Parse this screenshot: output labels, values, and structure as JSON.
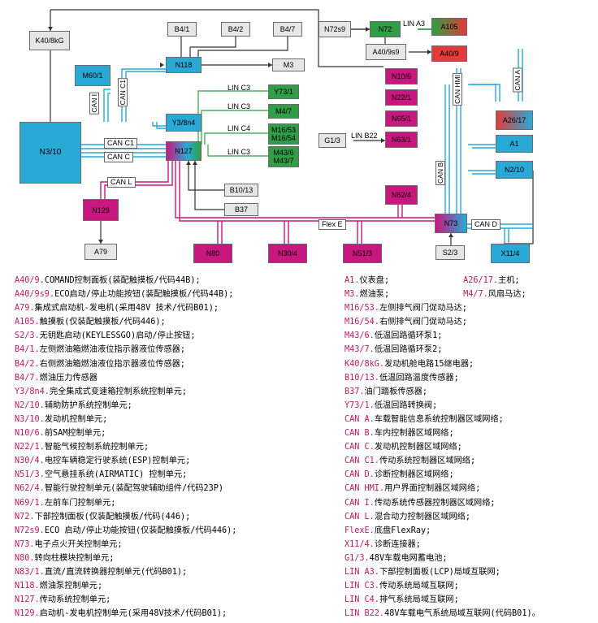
{
  "colors": {
    "can_bus": "#29a9d6",
    "lin_bus": "#2f9e46",
    "flexray": "#c8177e",
    "gray": "#e6e6e6",
    "code_text": "#c2185b"
  },
  "nodes": {
    "K40_8kG": "K40/8kG",
    "B4_1": "B4/1",
    "B4_2": "B4/2",
    "B4_7": "B4/7",
    "N118": "N118",
    "M3": "M3",
    "M60_1": "M60/1",
    "Y3_8n4": "Y3/8n4",
    "N3_10": "N3/10",
    "N127": "N127",
    "Y73_1": "Y73/1",
    "M4_7": "M4/7",
    "M16": "M16/53\nM16/54",
    "M43": "M43/6\nM43/7",
    "B10_13": "B10/13",
    "B37": "B37",
    "N129": "N129",
    "A79": "A79",
    "N80": "N80",
    "N30_4": "N30/4",
    "N51_3": "N51/3",
    "N72s9": "N72s9",
    "N72": "N72",
    "A105": "A105",
    "A40_9s9": "A40/9s9",
    "A40_9": "A40/9",
    "N10_6": "N10/6",
    "N22_1": "N22/1",
    "N65_1": "N65/1",
    "N63_1": "N63/1",
    "G1_3": "G1/3",
    "N62_4": "N62/4",
    "N73": "N73",
    "S2_3": "S2/3",
    "X11_4": "X11/4",
    "A26_17": "A26/17",
    "A1": "A1",
    "N2_10": "N2/10"
  },
  "bus_labels": {
    "can_i": "CAN I",
    "can_c1_v": "CAN C1",
    "can_c1": "CAN C1",
    "can_c": "CAN C",
    "can_l": "CAN L",
    "lin_c3_a": "LIN C3",
    "lin_c3_b": "LIN C3",
    "lin_c4": "LIN C4",
    "lin_c3_c": "LIN C3",
    "lin_a3": "LIN A3",
    "lin_b22": "LIN B22",
    "flex_e": "Flex E",
    "can_d": "CAN D",
    "can_b": "CAN B",
    "can_hmi": "CAN HMI",
    "can_a": "CAN A"
  },
  "legend_left": [
    {
      "code": "A40/9.",
      "text": "COMAND控制面板(装配触摸板/代码44B);"
    },
    {
      "code": "A40/9s9.",
      "text": "ECO启动/停止功能按钮(装配触摸板/代码44B);"
    },
    {
      "code": "A79.",
      "text": "集成式启动机-发电机(采用48V 技术/代码B01);"
    },
    {
      "code": "A105.",
      "text": "触摸板(仅装配触摸板/代码446);"
    },
    {
      "code": "S2/3.",
      "text": "无钥匙启动(KEYLESSGO)启动/停止按钮;"
    },
    {
      "code": "B4/1.",
      "text": "左侧燃油箱燃油液位指示器液位传感器;"
    },
    {
      "code": "B4/2.",
      "text": "右侧燃油箱燃油液位指示器液位传感器;"
    },
    {
      "code": "B4/7.",
      "text": "燃油压力传感器"
    },
    {
      "code": "Y3/8n4.",
      "text": "完全集成式变速箱控制系统控制单元;"
    },
    {
      "code": "N2/10.",
      "text": "辅助防护系统控制单元;"
    },
    {
      "code": "N3/10.",
      "text": "发动机控制单元;"
    },
    {
      "code": "N10/6.",
      "text": "前SAM控制单元;"
    },
    {
      "code": "N22/1.",
      "text": "智能气候控制系统控制单元;"
    },
    {
      "code": "N30/4.",
      "text": "电控车辆稳定行驶系统(ESP)控制单元;"
    },
    {
      "code": "N51/3.",
      "text": "空气悬挂系统(AIRMATIC) 控制单元;"
    },
    {
      "code": "N62/4.",
      "text": "智能行驶控制单元(装配驾驶辅助组件/代码23P)"
    },
    {
      "code": "N69/1.",
      "text": "左前车门控制单元;"
    },
    {
      "code": "N72.",
      "text": "下部控制面板(仅装配触摸板/代码(446);"
    },
    {
      "code": "N72s9.",
      "text": "ECO 启动/停止功能按钮(仅装配触摸板/代码446);"
    },
    {
      "code": "N73.",
      "text": "电子点火开关控制单元;"
    },
    {
      "code": "N80.",
      "text": "转向柱模块控制单元;"
    },
    {
      "code": "N83/1.",
      "text": "直流/直流转换器控制单元(代码B01);"
    },
    {
      "code": "N118.",
      "text": "燃油泵控制单元;"
    },
    {
      "code": "N127.",
      "text": "传动系统控制单元;"
    },
    {
      "code": "N129.",
      "text": "启动机-发电机控制单元(采用48V技术/代码B01);"
    }
  ],
  "legend_right": [
    {
      "code": "A1.",
      "text": "仪表盘;",
      "code2": "A26/17.",
      "text2": "主机;"
    },
    {
      "code": "M3.",
      "text": "燃油泵;",
      "code2": "M4/7.",
      "text2": "风扇马达;"
    },
    {
      "code": "M16/53.",
      "text": "左侧排气阀门促动马达;"
    },
    {
      "code": "M16/54.",
      "text": "右侧排气阀门促动马达;"
    },
    {
      "code": "M43/6.",
      "text": "低温回路循环泵1;"
    },
    {
      "code": "M43/7.",
      "text": "低温回路循环泵2;"
    },
    {
      "code": "K40/8kG.",
      "text": "发动机舱电路15继电器;"
    },
    {
      "code": "B10/13.",
      "text": "低温回路温度传感器;"
    },
    {
      "code": "B37.",
      "text": "油门踏板传感器;"
    },
    {
      "code": "Y73/1.",
      "text": "低温回路转换阀;"
    },
    {
      "code": "CAN A.",
      "text": "车载智能信息系统控制器区域网络;"
    },
    {
      "code": "CAN B.",
      "text": "车内控制器区域网络;"
    },
    {
      "code": "CAN C.",
      "text": "发动机控制器区域网络;"
    },
    {
      "code": "CAN C1.",
      "text": "传动系统控制器区域网络;"
    },
    {
      "code": "CAN D.",
      "text": "诊断控制器区域网络;"
    },
    {
      "code": "CAN HMI.",
      "text": "用户界面控制器区域网络;"
    },
    {
      "code": "CAN I.",
      "text": "传动系统传感器控制器区域网络;"
    },
    {
      "code": "CAN L.",
      "text": "混合动力控制器区域网络;"
    },
    {
      "code": "FlexE.",
      "text": "底盘FlexRay;"
    },
    {
      "code": "X11/4.",
      "text": "诊断连接器;"
    },
    {
      "code": "G1/3.",
      "text": "48V车载电网蓄电池;"
    },
    {
      "code": "LIN A3.",
      "text": "下部控制面板(LCP)局域互联网;"
    },
    {
      "code": "LIN C3.",
      "text": "传动系统局域互联网;"
    },
    {
      "code": "LIN C4.",
      "text": "排气系统局域互联网;"
    },
    {
      "code": "LIN B22.",
      "text": "48V车载电气系统局域互联网(代码B01)。"
    }
  ]
}
